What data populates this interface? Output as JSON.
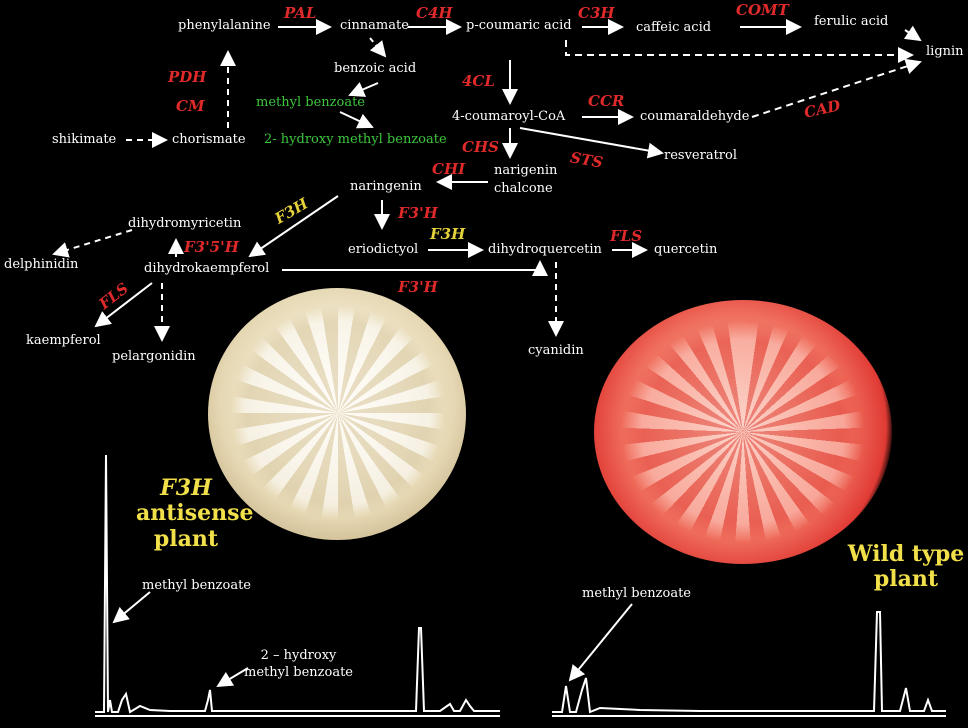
{
  "compounds": {
    "phenylalanine": "phenylalanine",
    "cinnamate": "cinnamate",
    "p_coumaric": "p-coumaric acid",
    "caffeic": "caffeic acid",
    "ferulic": "ferulic acid",
    "lignin": "lignin",
    "benzoic": "benzoic acid",
    "methyl_benzoate": "methyl benzoate",
    "shikimate": "shikimate",
    "chorismate": "chorismate",
    "hydroxy_mb": "2- hydroxy methyl benzoate",
    "coumaroyl_coa": "4-coumaroyl-CoA",
    "coumaraldehyde": "coumaraldehyde",
    "resveratrol": "resveratrol",
    "narigenin_chalcone_1": "narigenin",
    "narigenin_chalcone_2": "chalcone",
    "naringenin": "naringenin",
    "dihydromyricetin": "dihydromyricetin",
    "delphinidin": "delphinidin",
    "dihydrokaempferol": "dihydrokaempferol",
    "eriodictyol": "eriodictyol",
    "dihydroquercetin": "dihydroquercetin",
    "quercetin": "quercetin",
    "kaempferol": "kaempferol",
    "pelargonidin": "pelargonidin",
    "cyanidin": "cyanidin"
  },
  "enzymes": {
    "PAL": "PAL",
    "C4H": "C4H",
    "C3H": "C3H",
    "COMT": "COMT",
    "PDH": "PDH",
    "CM": "CM",
    "FourCL": "4CL",
    "CCR": "CCR",
    "CAD": "CAD",
    "CHS": "CHS",
    "STS": "STS",
    "CHI": "CHI",
    "F3H_a": "F3H",
    "F3primeH_a": "F3'H",
    "F3primeH_b": "F3'H",
    "F35H": "F3'5'H",
    "F3H_b": "F3H",
    "FLS_a": "FLS",
    "FLS_b": "FLS"
  },
  "panels": {
    "left_title_1": "F3H",
    "left_title_2": "antisense",
    "left_title_3": "plant",
    "right_title_1": "Wild type",
    "right_title_2": "plant",
    "left_peak_mb": "methyl benzoate",
    "left_peak_hmb_1": "2 – hydroxy",
    "left_peak_hmb_2": "methyl benzoate",
    "right_peak_mb": "methyl benzoate"
  },
  "colors": {
    "background": "#000000",
    "compound": "#ffffff",
    "enzyme_red": "#e02a2a",
    "enzyme_yellow": "#e6d23a",
    "green": "#3cc63c",
    "title_yellow": "#f2e04a",
    "white_flower": "#f4ecd6",
    "wild_flower": "#f07a6a"
  }
}
